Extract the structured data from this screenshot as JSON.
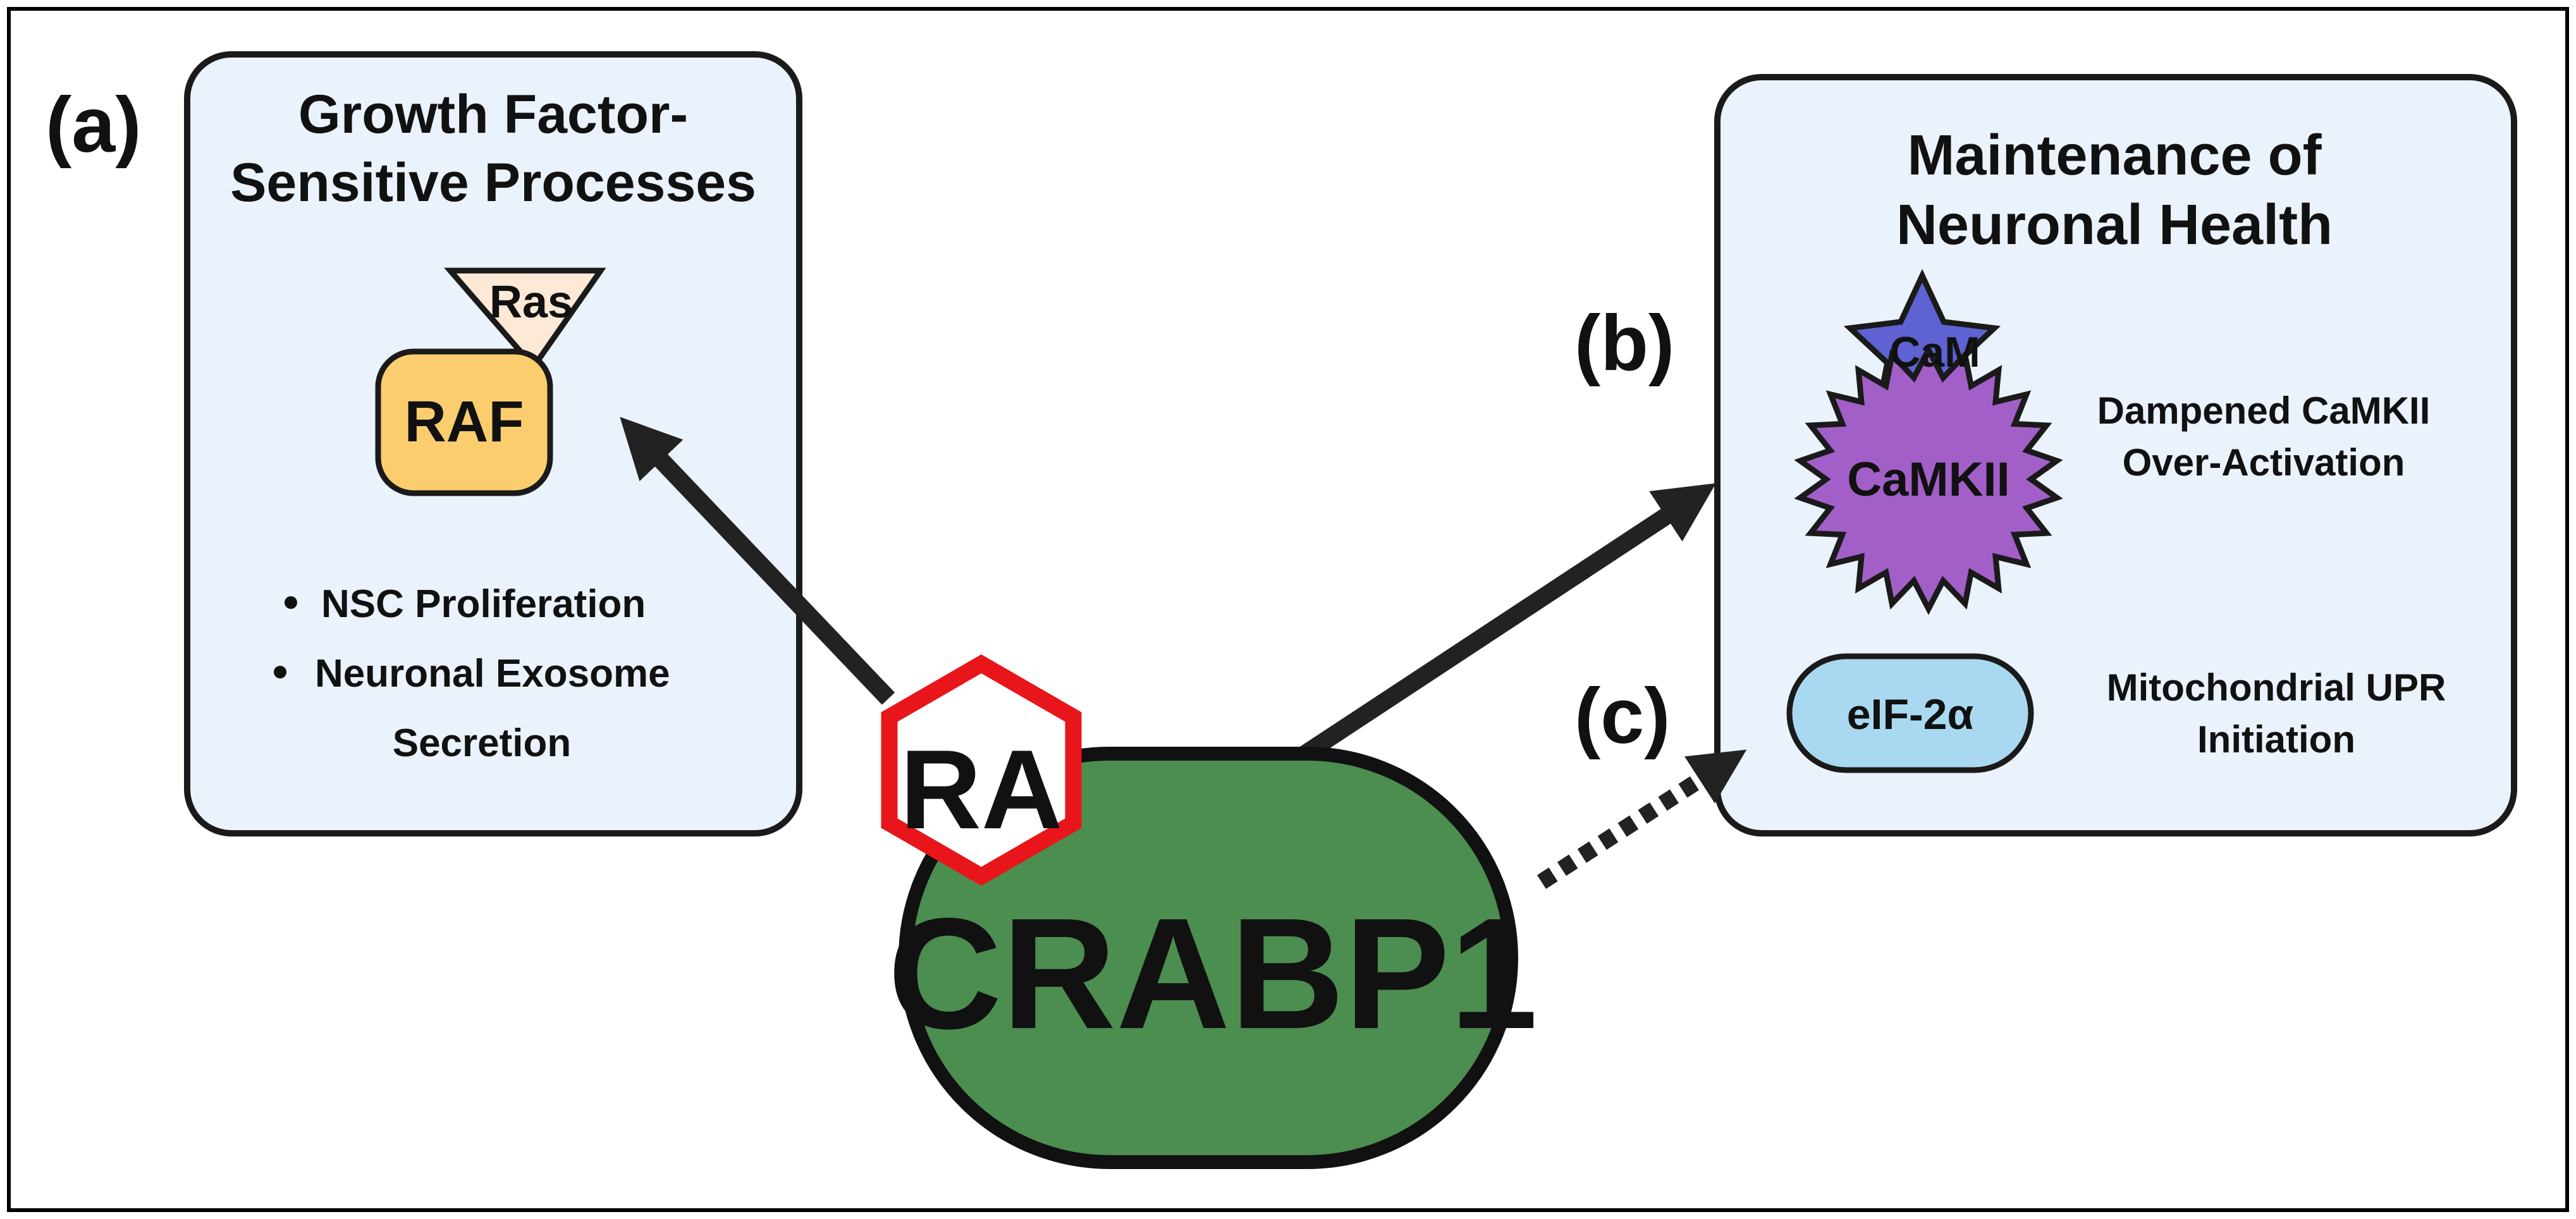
{
  "panel_labels": {
    "a": "(a)",
    "b": "(b)",
    "c": "(c)"
  },
  "left_box": {
    "title_line1": "Growth Factor-",
    "title_line2": "Sensitive Processes",
    "ras": "Ras",
    "raf": "RAF",
    "bullets": [
      "NSC Proliferation",
      "Neuronal Exosome",
      "Secretion"
    ]
  },
  "right_box": {
    "title_line1": "Maintenance of",
    "title_line2": "Neuronal Health",
    "cam": "CaM",
    "camkii": "CaMKII",
    "camkii_effect_line1": "Dampened CaMKII",
    "camkii_effect_line2": "Over-Activation",
    "eif": "eIF-2α",
    "eif_effect_line1": "Mitochondrial UPR",
    "eif_effect_line2": "Initiation"
  },
  "center": {
    "ra": "RA",
    "crabp1": "CRABP1"
  },
  "colors": {
    "box_fill": "#eaf2fc",
    "raf_fill": "#fccd6e",
    "ras_fill": "#fde9d5",
    "cam_fill": "#5f62d2",
    "camkii_fill": "#a25fc8",
    "eif_fill": "#a9d9f1",
    "crabp1_fill": "#4c8d50",
    "ra_hex_stroke": "#e8161a"
  }
}
